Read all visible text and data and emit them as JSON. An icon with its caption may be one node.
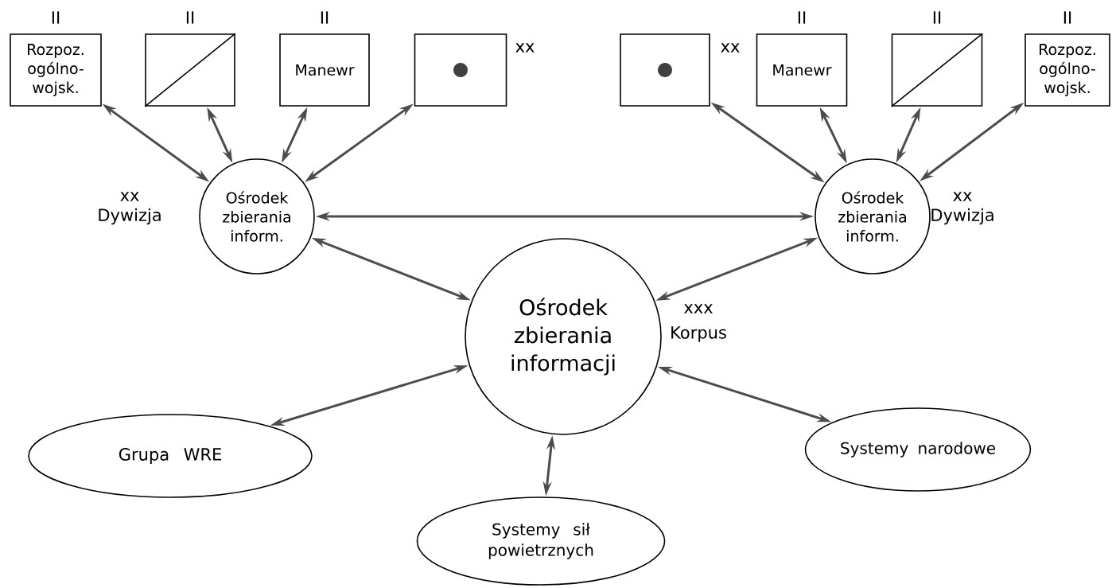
{
  "diagram": {
    "nodes": [
      {
        "text": [
          "Rozpoz. ogólno-wojsk."
        ],
        "beside": [
          "II"
        ]
      },
      {
        "text": [],
        "shape": "box",
        "beside": [
          "II"
        ]
      },
      {
        "text": [
          "Manewr"
        ],
        "beside": [
          "II"
        ]
      },
      {
        "text": [],
        "shape": "box",
        "beside": [
          "xx"
        ]
      },
      {
        "text": [
          "Ośrodek zbierania inform."
        ],
        "beside": [
          "xx",
          "Dywizja"
        ]
      },
      {
        "text": [],
        "shape": "box",
        "beside": [
          "xx"
        ]
      },
      {
        "text": [
          "Manewr"
        ],
        "beside": [
          "II"
        ]
      },
      {
        "text": [],
        "shape": "box",
        "beside": [
          "II"
        ]
      },
      {
        "text": [
          "Rozpoz. ogólno-wojsk."
        ],
        "beside": [
          "II"
        ]
      },
      {
        "text": [
          "Ośrodek zbierania inform."
        ],
        "beside": [
          "xx",
          "Dywizja"
        ]
      },
      {
        "text": [
          "Ośrodek zbierania informacji"
        ],
        "beside": [
          "xxx",
          "Korpus"
        ]
      },
      {
        "text": [
          "Grupa WRE"
        ]
      },
      {
        "text": [
          "Systemy sił powietrznych"
        ]
      },
      {
        "text": [
          "Systemy narodowe"
        ]
      }
    ],
    "edges": [
      {
        "from": 0,
        "to": 4,
        "arrow": "both"
      },
      {
        "from": 1,
        "to": 4,
        "arrow": "both"
      },
      {
        "from": 2,
        "to": 4,
        "arrow": "both"
      },
      {
        "from": 3,
        "to": 4,
        "arrow": "both"
      },
      {
        "from": 5,
        "to": 9,
        "arrow": "both"
      },
      {
        "from": 6,
        "to": 9,
        "arrow": "both"
      },
      {
        "from": 7,
        "to": 9,
        "arrow": "both"
      },
      {
        "from": 8,
        "to": 9,
        "arrow": "both"
      },
      {
        "from": 4,
        "to": 9,
        "arrow": "both"
      },
      {
        "from": 4,
        "to": 10,
        "arrow": "both"
      },
      {
        "from": 9,
        "to": 10,
        "arrow": "both"
      },
      {
        "from": 10,
        "to": 11,
        "arrow": "both"
      },
      {
        "from": 10,
        "to": 12,
        "arrow": "both"
      },
      {
        "from": 10,
        "to": 13,
        "arrow": "both"
      }
    ]
  }
}
